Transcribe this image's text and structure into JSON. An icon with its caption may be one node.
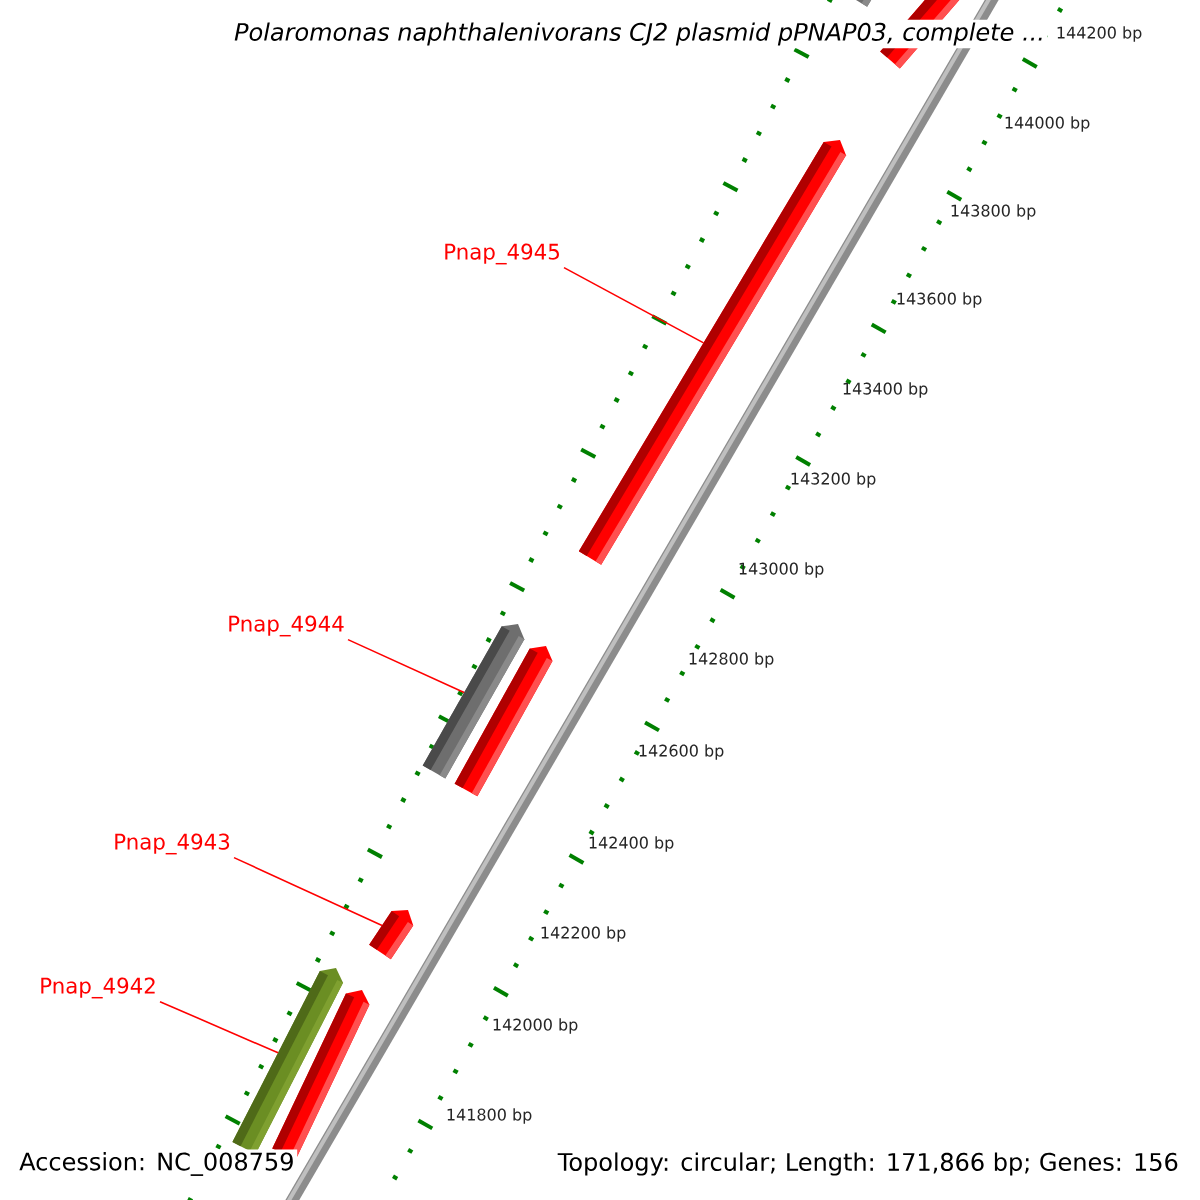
{
  "diagram": {
    "title": "Polaromonas naphthalenivorans CJ2 plasmid pPNAP03, complete ...",
    "nodes": [
      {
        "text": [
          "Pnap_4945"
        ]
      },
      {
        "text": [
          "Pnap_4944"
        ]
      },
      {
        "text": [
          "Pnap_4943"
        ]
      },
      {
        "text": [
          "Pnap_4942"
        ]
      },
      {
        "text": [],
        "shape": "bar"
      },
      {
        "text": [],
        "shape": "bar"
      },
      {
        "text": [],
        "shape": "bar"
      },
      {
        "text": [],
        "shape": "bar"
      }
    ],
    "edges": [
      {
        "from": 0,
        "to": 4,
        "arrow": "none"
      },
      {
        "from": 1,
        "to": 5,
        "arrow": "none"
      },
      {
        "from": 2,
        "to": 6,
        "arrow": "none"
      },
      {
        "from": 3,
        "to": 7,
        "arrow": "none"
      }
    ],
    "labels": [
      "144200 bp",
      "144000 bp",
      "143800 bp",
      "143600 bp",
      "143400 bp",
      "143200 bp",
      "143000 bp",
      "142800 bp",
      "142600 bp",
      "142400 bp",
      "142200 bp",
      "142000 bp",
      "141800 bp",
      "Accession: NC_008759",
      "Topology: circular; Length: 171,866 bp; Genes: 156"
    ]
  }
}
